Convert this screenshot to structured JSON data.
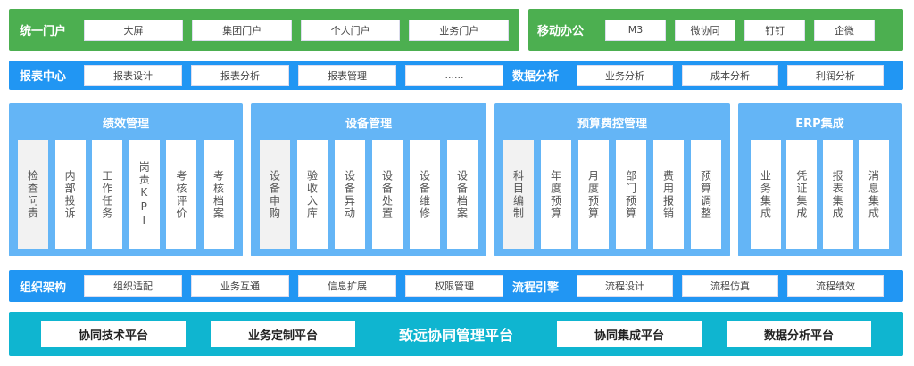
{
  "portal": {
    "label": "统一门户",
    "items": [
      "大屏",
      "集团门户",
      "个人门户",
      "业务门户"
    ]
  },
  "mobile": {
    "label": "移动办公",
    "items": [
      "M3",
      "微协同",
      "钉钉",
      "企微"
    ]
  },
  "report": {
    "label": "报表中心",
    "items": [
      "报表设计",
      "报表分析",
      "报表管理",
      "......"
    ]
  },
  "analysis": {
    "label": "数据分析",
    "items": [
      "业务分析",
      "成本分析",
      "利润分析"
    ]
  },
  "modules": [
    {
      "title": "绩效管理",
      "items": [
        "检查问责",
        "内部投诉",
        "工作任务",
        "岗责KPI",
        "考核评价",
        "考核档案"
      ]
    },
    {
      "title": "设备管理",
      "items": [
        "设备申购",
        "验收入库",
        "设备异动",
        "设备处置",
        "设备维修",
        "设备档案"
      ]
    },
    {
      "title": "预算费控管理",
      "items": [
        "科目编制",
        "年度预算",
        "月度预算",
        "部门预算",
        "费用报销",
        "预算调整"
      ]
    },
    {
      "title": "ERP集成",
      "items": [
        "业务集成",
        "凭证集成",
        "报表集成",
        "消息集成"
      ]
    }
  ],
  "org": {
    "label": "组织架构",
    "items": [
      "组织适配",
      "业务互通",
      "信息扩展",
      "权限管理"
    ]
  },
  "flow": {
    "label": "流程引擎",
    "items": [
      "流程设计",
      "流程仿真",
      "流程绩效"
    ]
  },
  "platform": {
    "title": "致远协同管理平台",
    "items": [
      "协同技术平台",
      "业务定制平台",
      "协同集成平台",
      "数据分析平台"
    ]
  },
  "colors": {
    "green": "#4caf50",
    "blue": "#2196f3",
    "light_blue": "#64b5f6",
    "teal": "#0fb5d0"
  }
}
